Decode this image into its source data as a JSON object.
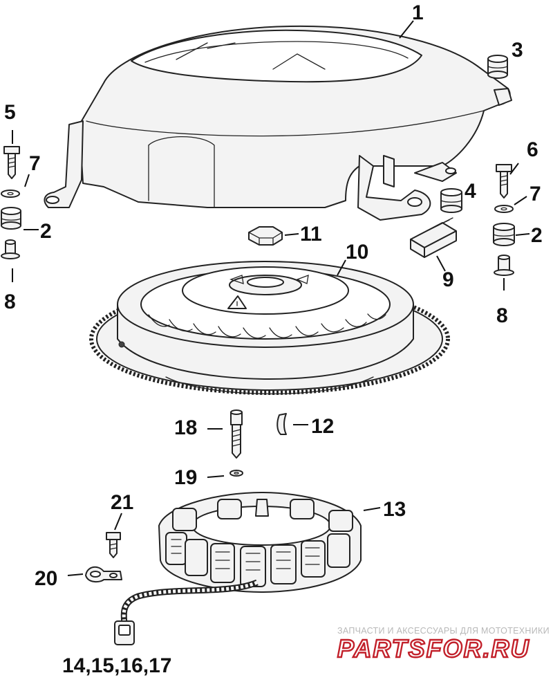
{
  "callouts": {
    "c1": "1",
    "c2a": "2",
    "c2b": "2",
    "c3": "3",
    "c4": "4",
    "c5": "5",
    "c6": "6",
    "c7a": "7",
    "c7b": "7",
    "c8a": "8",
    "c8b": "8",
    "c9": "9",
    "c10": "10",
    "c11": "11",
    "c12": "12",
    "c13": "13",
    "c14": "14,15,16,17",
    "c18": "18",
    "c19": "19",
    "c20": "20",
    "c21": "21"
  },
  "watermark": {
    "tagline": "ЗАПЧАСТИ И АКСЕССУАРЫ ДЛЯ МОТОТЕХНИКИ",
    "brand": "PARTSFOR.RU",
    "brand_color": "#c2202a"
  }
}
